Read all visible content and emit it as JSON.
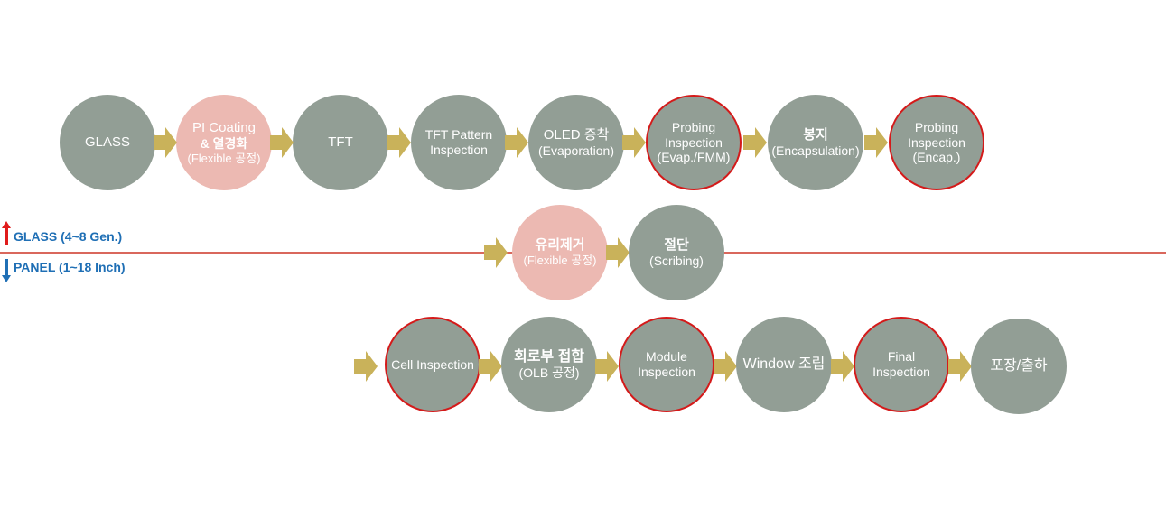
{
  "row1": [
    {
      "lines": [
        "GLASS"
      ],
      "style": "gray"
    },
    {
      "lines": [
        "PI Coating",
        "& 열경화",
        "(Flexible 공정)"
      ],
      "style": "pink"
    },
    {
      "lines": [
        "TFT"
      ],
      "style": "gray"
    },
    {
      "lines": [
        "TFT Pattern",
        "Inspection"
      ],
      "style": "gray"
    },
    {
      "lines": [
        "OLED 증착",
        "(Evaporation)"
      ],
      "style": "gray"
    },
    {
      "lines": [
        "Probing",
        "Inspection",
        "(Evap./FMM)"
      ],
      "style": "insp"
    },
    {
      "lines": [
        "봉지",
        "(Encapsulation)"
      ],
      "style": "gray"
    },
    {
      "lines": [
        "Probing",
        "Inspection",
        "(Encap.)"
      ],
      "style": "insp"
    }
  ],
  "row2": [
    {
      "lines": [
        "유리제거",
        "(Flexible 공정)"
      ],
      "style": "pink"
    },
    {
      "lines": [
        "절단",
        "(Scribing)"
      ],
      "style": "gray"
    }
  ],
  "row3": [
    {
      "lines": [
        "Cell Inspection"
      ],
      "style": "insp"
    },
    {
      "lines": [
        "회로부 접합",
        "(OLB 공정)"
      ],
      "style": "gray"
    },
    {
      "lines": [
        "Module",
        "Inspection"
      ],
      "style": "insp"
    },
    {
      "lines": [
        "Window 조립"
      ],
      "style": "gray"
    },
    {
      "lines": [
        "Final",
        "Inspection"
      ],
      "style": "insp"
    },
    {
      "lines": [
        "포장/출하"
      ],
      "style": "gray"
    }
  ],
  "legend": {
    "glass": "GLASS (4~8 Gen.)",
    "panel": "PANEL (1~18 Inch)"
  },
  "colors": {
    "gray": "#929e95",
    "pink": "#ecb9b2",
    "inspection_border": "#d41a1a",
    "arrow": "#c9b25a",
    "divider": "#d9675c",
    "legend_text": "#1f6fb5",
    "up_arrow": "#e01b1b",
    "down_arrow": "#1f6fb5"
  }
}
